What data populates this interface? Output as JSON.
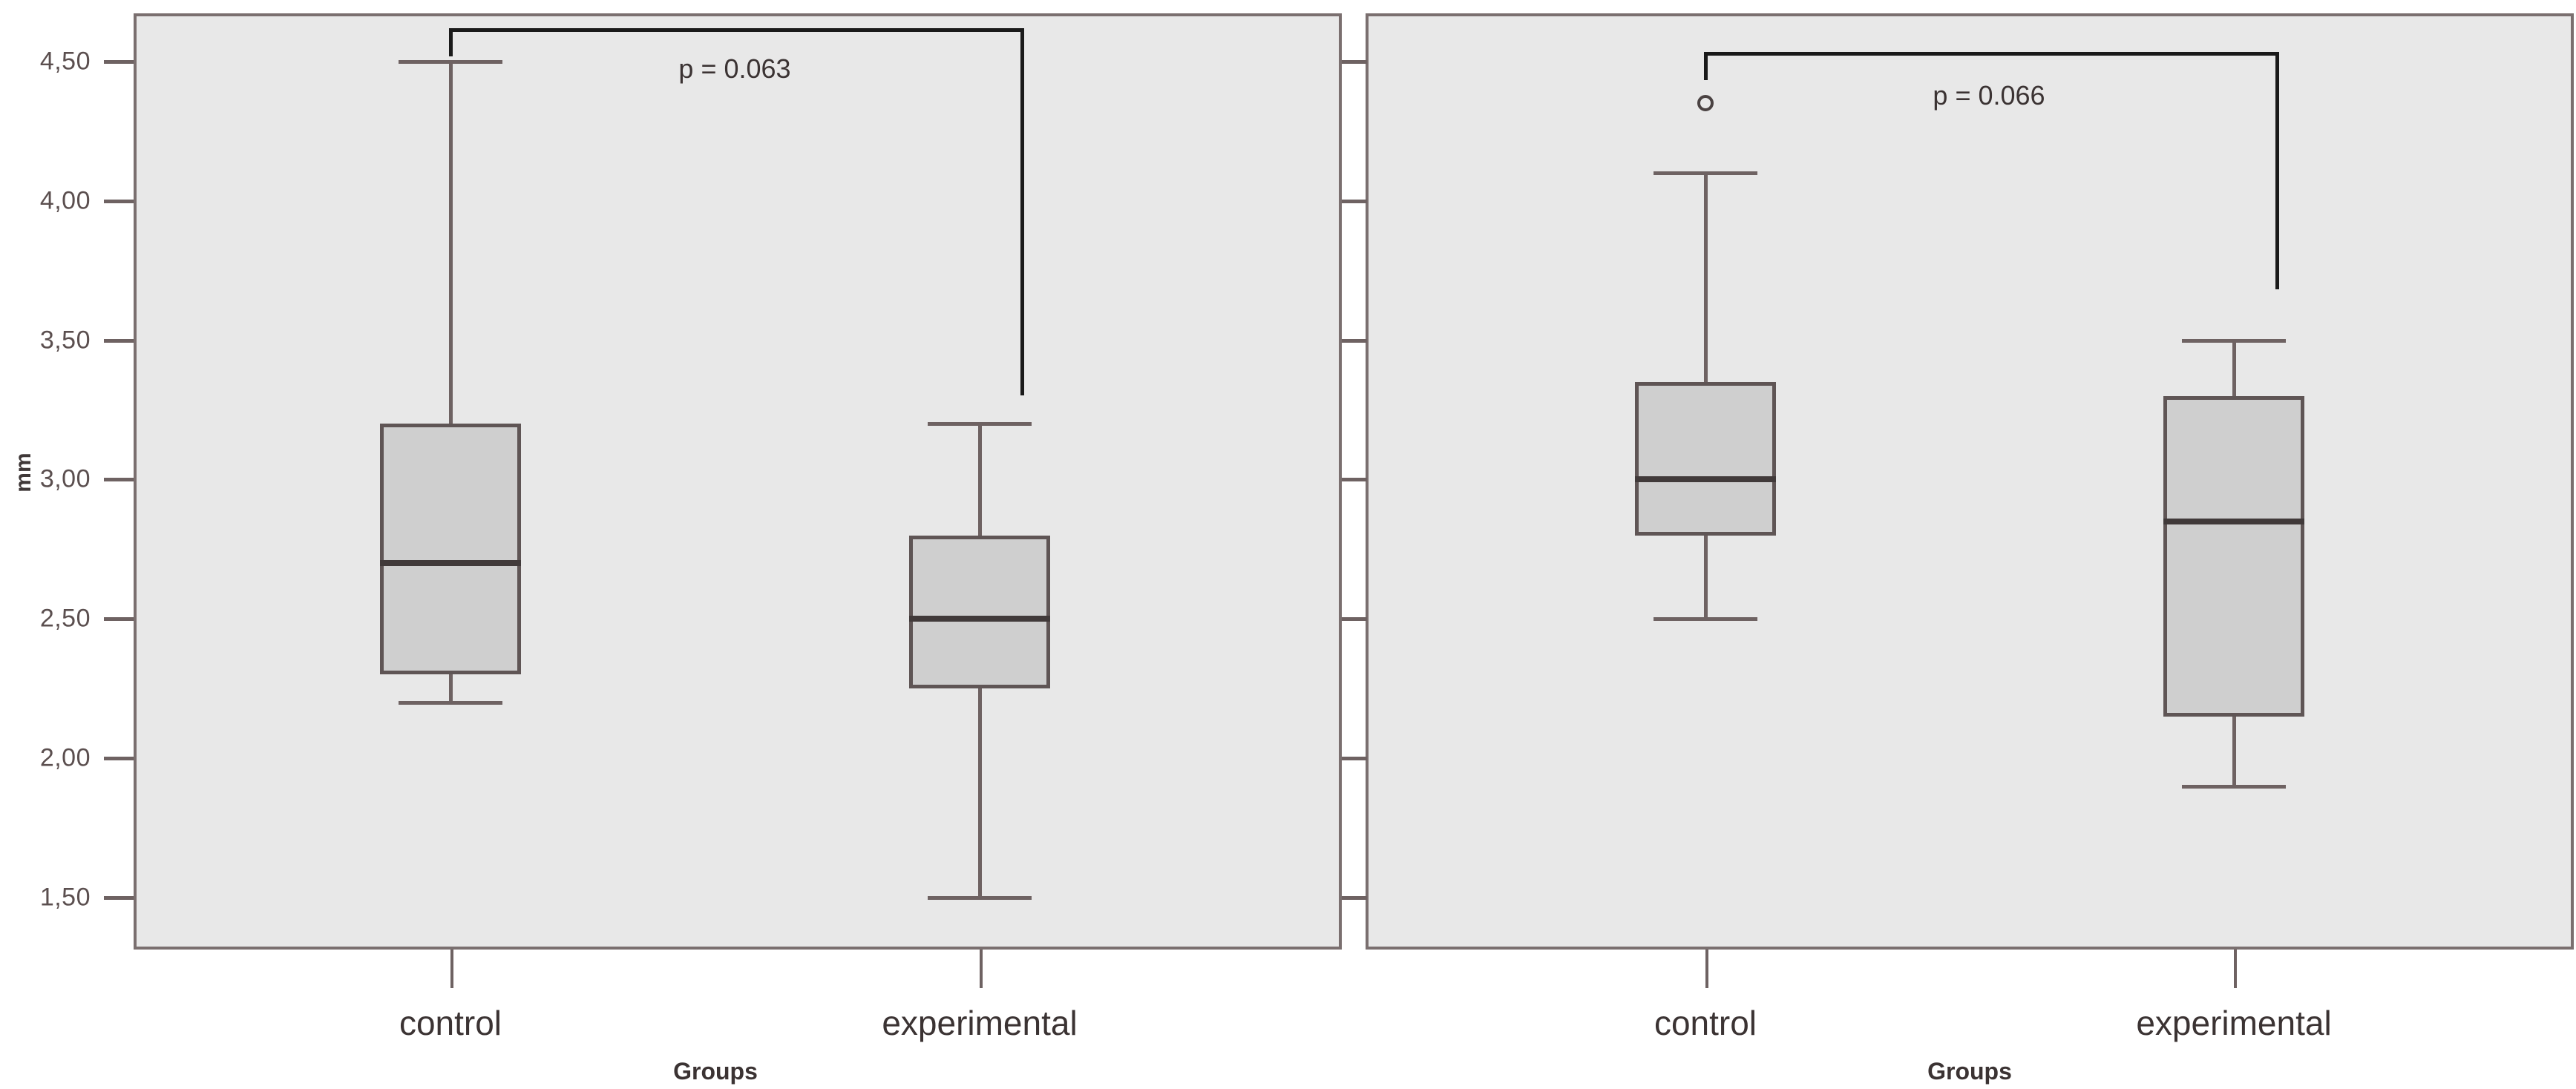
{
  "figure": {
    "y_axis_title": "mm",
    "y_tick_labels": [
      "4,50",
      "4,00",
      "3,50",
      "3,00",
      "2,50",
      "2,00",
      "1,50"
    ],
    "y_tick_values": [
      4.5,
      4.0,
      3.5,
      3.0,
      2.5,
      2.0,
      1.5
    ],
    "category_labels": [
      "control",
      "experimental"
    ],
    "x_axis_title": "Groups",
    "background_color": "#e8e8e8",
    "box_fill_color": "#cfcfcf",
    "line_color": "#6e6262",
    "median_color": "#413a3a"
  },
  "panels": [
    {
      "name": "left-panel",
      "x_axis_title": "Groups",
      "significance": {
        "label_prefix": "p",
        "label_value": "= 0.063",
        "text": "p = 0.063"
      },
      "categories": [
        "control",
        "experimental"
      ]
    },
    {
      "name": "right-panel",
      "x_axis_title": "Groups",
      "significance": {
        "label_prefix": "p",
        "label_value": "= 0.066",
        "text": "p = 0.066"
      },
      "categories": [
        "control",
        "experimental"
      ]
    }
  ],
  "chart_data": {
    "type": "box",
    "title": "",
    "xlabel": "Groups",
    "ylabel": "mm",
    "ylim": [
      1.3,
      4.7
    ],
    "yticks": [
      1.5,
      2.0,
      2.5,
      3.0,
      3.5,
      4.0,
      4.5
    ],
    "ytick_labels": [
      "1,50",
      "2,00",
      "2,50",
      "3,00",
      "3,50",
      "4,00",
      "4,50"
    ],
    "grid": false,
    "legend": "none",
    "panels": [
      {
        "panel": "left",
        "annotation": "p = 0.063",
        "p_value": 0.063,
        "boxes": [
          {
            "category": "control",
            "whisker_low": 2.2,
            "q1": 2.3,
            "median": 2.7,
            "q3": 3.2,
            "whisker_high": 4.5,
            "outliers": []
          },
          {
            "category": "experimental",
            "whisker_low": 1.5,
            "q1": 2.25,
            "median": 2.5,
            "q3": 2.8,
            "whisker_high": 3.2,
            "outliers": []
          }
        ]
      },
      {
        "panel": "right",
        "annotation": "p = 0.066",
        "p_value": 0.066,
        "boxes": [
          {
            "category": "control",
            "whisker_low": 2.5,
            "q1": 2.8,
            "median": 3.0,
            "q3": 3.35,
            "whisker_high": 4.1,
            "outliers": [
              4.35
            ]
          },
          {
            "category": "experimental",
            "whisker_low": 1.9,
            "q1": 2.15,
            "median": 2.85,
            "q3": 3.3,
            "whisker_high": 3.5,
            "outliers": []
          }
        ]
      }
    ]
  }
}
